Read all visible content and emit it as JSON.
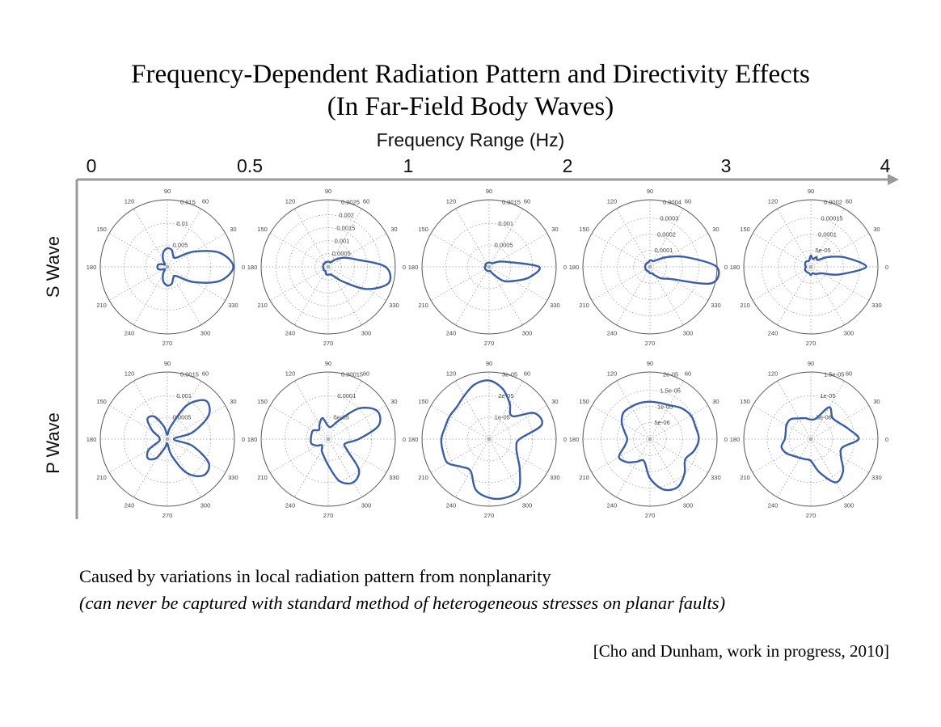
{
  "title_line1": "Frequency-Dependent Radiation Pattern and Directivity Effects",
  "title_line2": "(In Far-Field Body Waves)",
  "x_axis": {
    "label": "Frequency Range (Hz)",
    "ticks": [
      "0",
      "0.5",
      "1",
      "2",
      "3",
      "4"
    ]
  },
  "row_labels": [
    "S Wave",
    "P Wave"
  ],
  "caption_line1": "Caused by variations in local radiation pattern from nonplanarity",
  "caption_line2": "(can never be captured with standard method of heterogeneous stresses on planar faults)",
  "citation": "[Cho and Dunham, work in progress, 2010]",
  "colors": {
    "curve": "#3a5da8",
    "grid": "#b0b0b0",
    "axis": "#9a9a9a"
  },
  "chart_data": {
    "type": "polar",
    "angle_labels": [
      "0",
      "30",
      "60",
      "90",
      "120",
      "150",
      "180",
      "210",
      "240",
      "270",
      "300",
      "330"
    ],
    "sample_angles_deg": [
      0,
      15,
      30,
      45,
      60,
      75,
      90,
      105,
      120,
      135,
      150,
      165,
      180,
      195,
      210,
      225,
      240,
      255,
      270,
      285,
      300,
      315,
      330,
      345
    ],
    "plots": [
      {
        "wave": "S",
        "freq_band": "0-0.5",
        "radial_ticks": [
          0.005,
          0.01,
          0.015
        ],
        "radial_tick_labels": [
          "0.005",
          "0.01",
          "0.015"
        ],
        "r": [
          0.0152,
          0.0125,
          0.007,
          0.003,
          0.0028,
          0.004,
          0.0043,
          0.0035,
          0.002,
          0.0008,
          0.0012,
          0.0021,
          0.0023,
          0.0021,
          0.0012,
          0.0008,
          0.002,
          0.0035,
          0.0043,
          0.004,
          0.0028,
          0.003,
          0.007,
          0.0125
        ]
      },
      {
        "wave": "S",
        "freq_band": "0.5-1",
        "radial_ticks": [
          0.0005,
          0.001,
          0.0015,
          0.002,
          0.0025
        ],
        "radial_tick_labels": [
          "0.0005",
          "0.001",
          "0.0015",
          "0.002",
          "0.0025"
        ],
        "r": [
          0.0022,
          0.0011,
          0.0007,
          0.0004,
          0.0002,
          0.0002,
          0.0002,
          0.0002,
          0.0002,
          0.0002,
          0.0002,
          0.0002,
          0.0002,
          0.0002,
          0.0002,
          0.0002,
          0.0002,
          0.0003,
          0.0003,
          0.0003,
          0.0004,
          0.0008,
          0.0017,
          0.0024
        ]
      },
      {
        "wave": "S",
        "freq_band": "1-2",
        "radial_ticks": [
          0.0005,
          0.001,
          0.0015
        ],
        "radial_tick_labels": [
          "0.0005",
          "0.001",
          "0.0015"
        ],
        "r": [
          0.00115,
          0.00044,
          0.00023,
          0.00012,
          0.0001,
          0.0001,
          0.0001,
          0.0001,
          0.0001,
          0.0001,
          0.0001,
          8e-05,
          0.0001,
          0.0001,
          0.0001,
          0.0001,
          0.0001,
          0.0001,
          0.0001,
          0.0001,
          0.0002,
          0.00045,
          0.00065,
          0.00095
        ]
      },
      {
        "wave": "S",
        "freq_band": "2-3",
        "radial_ticks": [
          0.0001,
          0.0002,
          0.0003,
          0.0004
        ],
        "radial_tick_labels": [
          "0.0001",
          "0.0002",
          "0.0003",
          "0.0004"
        ],
        "r": [
          0.00041,
          0.00023,
          0.00012,
          6e-05,
          4e-05,
          4e-05,
          4e-05,
          3e-05,
          3e-05,
          3e-05,
          3e-05,
          3e-05,
          3e-05,
          3e-05,
          3e-05,
          3e-05,
          3e-05,
          3e-05,
          4e-05,
          4e-05,
          6e-05,
          0.0001,
          0.00015,
          0.00039
        ]
      },
      {
        "wave": "S",
        "freq_band": "3-4",
        "radial_ticks": [
          5e-05,
          0.0001,
          0.00015,
          0.0002
        ],
        "radial_tick_labels": [
          "5e-05",
          "0.0001",
          "0.00015",
          "0.0002"
        ],
        "r": [
          0.00017,
          0.00011,
          6e-05,
          3e-05,
          3.5e-05,
          2.5e-05,
          3.5e-05,
          2e-05,
          2e-05,
          2.2e-05,
          2e-05,
          1.8e-05,
          1.5e-05,
          1.8e-05,
          2e-05,
          2e-05,
          2e-05,
          2e-05,
          2.5e-05,
          2e-05,
          2.5e-05,
          3e-05,
          4e-05,
          9e-05
        ]
      },
      {
        "wave": "P",
        "freq_band": "0-0.5",
        "radial_ticks": [
          0.0005,
          0.001,
          0.0015
        ],
        "radial_tick_labels": [
          "0.0005",
          "0.001",
          "0.0015"
        ],
        "r": [
          0.00015,
          0.0006,
          0.0011,
          0.00125,
          0.0009,
          0.0003,
          0.0001,
          0.0003,
          0.0006,
          0.00065,
          0.0004,
          0.0002,
          0.00018,
          0.0002,
          0.0005,
          0.00063,
          0.0005,
          0.0002,
          0.0001,
          0.0004,
          0.0009,
          0.00118,
          0.0011,
          0.0006
        ]
      },
      {
        "wave": "P",
        "freq_band": "0.5-1",
        "radial_ticks": [
          5e-05,
          0.0001,
          0.00015
        ],
        "radial_tick_labels": [
          "5e-05",
          "0.0001",
          "0.00015"
        ],
        "r": [
          7e-05,
          0.00012,
          0.00013,
          0.0001,
          5e-05,
          3e-05,
          3e-05,
          5e-05,
          4e-05,
          3e-05,
          4e-05,
          4e-05,
          4e-05,
          4e-05,
          3e-05,
          2e-05,
          3e-05,
          4e-05,
          6e-05,
          0.0001,
          0.000115,
          0.0001,
          5e-05,
          4e-05
        ]
      },
      {
        "wave": "P",
        "freq_band": "1-2",
        "radial_ticks": [
          1e-05,
          2e-05,
          3e-05
        ],
        "radial_tick_labels": [
          "1e-05",
          "2e-05",
          "3e-05"
        ],
        "r": [
          1.4e-05,
          2.5e-05,
          2.4e-05,
          1.5e-05,
          1.9e-05,
          2.4e-05,
          2.7e-05,
          2.6e-05,
          2.3e-05,
          2.1e-05,
          2.1e-05,
          2.1e-05,
          2.2e-05,
          2.2e-05,
          2.2e-05,
          1.8e-05,
          1.7e-05,
          2.4e-05,
          2.7e-05,
          2.8e-05,
          2.7e-05,
          2e-05,
          1.5e-05,
          1.3e-05
        ]
      },
      {
        "wave": "P",
        "freq_band": "2-3",
        "radial_ticks": [
          5e-06,
          1e-05,
          1.5e-05,
          2e-05
        ],
        "radial_tick_labels": [
          "5e-06",
          "1e-05",
          "1.5e-05",
          "2e-05"
        ],
        "r": [
          1.5e-05,
          1.45e-05,
          1.45e-05,
          1.35e-05,
          1.2e-05,
          1.15e-05,
          1.15e-05,
          1.15e-05,
          1.15e-05,
          1.15e-05,
          1e-05,
          8e-06,
          7e-06,
          8e-06,
          1.1e-05,
          1e-05,
          8e-06,
          7e-06,
          1.2e-05,
          1.6e-05,
          1.7e-05,
          1.5e-05,
          1.25e-05,
          1.4e-05
        ]
      },
      {
        "wave": "P",
        "freq_band": "3-4",
        "radial_ticks": [
          5e-06,
          1e-05,
          1.5e-05
        ],
        "radial_tick_labels": [
          "5e-06",
          "1e-05",
          "1.5e-05"
        ],
        "r": [
          1.1e-05,
          9e-06,
          7.5e-06,
          7e-06,
          8.5e-06,
          5e-06,
          4.5e-06,
          5e-06,
          5.5e-06,
          6.5e-06,
          6.5e-06,
          6e-06,
          6e-06,
          7e-06,
          6.5e-06,
          5.5e-06,
          5e-06,
          4.8e-06,
          5e-06,
          8e-06,
          1.15e-05,
          1.05e-05,
          8e-06,
          7.5e-06
        ]
      }
    ]
  }
}
